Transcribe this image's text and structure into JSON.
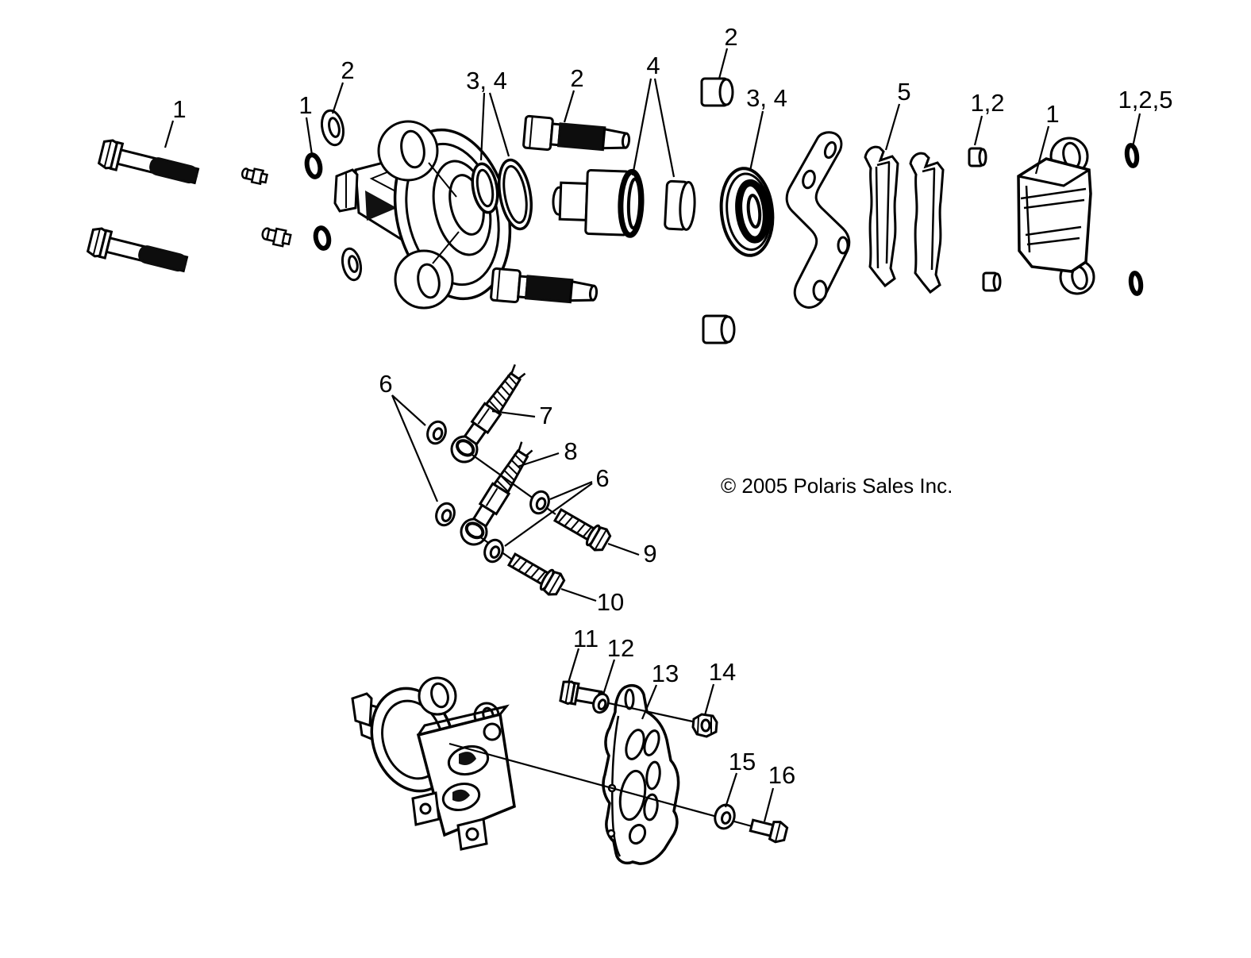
{
  "diagram": {
    "background": "#ffffff",
    "ink": "#000000",
    "copyright": "© 2005 Polaris Sales Inc.",
    "callouts": [
      {
        "text": "1",
        "target": "mounting-bolts"
      },
      {
        "text": "1",
        "target": "o-ring-small"
      },
      {
        "text": "2",
        "target": "washer"
      },
      {
        "text": "3, 4",
        "target": "piston-seals"
      },
      {
        "text": "2",
        "target": "caliper-pin-screw"
      },
      {
        "text": "4",
        "target": "piston-and-cap"
      },
      {
        "text": "2",
        "target": "pin-bushing"
      },
      {
        "text": "3, 4",
        "target": "piston-seal-large"
      },
      {
        "text": "5",
        "target": "brake-pads"
      },
      {
        "text": "1,2",
        "target": "bushing"
      },
      {
        "text": "1",
        "target": "caliper-body"
      },
      {
        "text": "1,2,5",
        "target": "o-rings"
      },
      {
        "text": "6",
        "target": "sealing-washers-left"
      },
      {
        "text": "7",
        "target": "brake-hose-upper"
      },
      {
        "text": "8",
        "target": "brake-hose-lower"
      },
      {
        "text": "6",
        "target": "sealing-washers-right"
      },
      {
        "text": "9",
        "target": "banjo-bolt-upper"
      },
      {
        "text": "10",
        "target": "banjo-bolt-lower"
      },
      {
        "text": "11",
        "target": "disc-bolt"
      },
      {
        "text": "12",
        "target": "disc-washer"
      },
      {
        "text": "13",
        "target": "brake-disc"
      },
      {
        "text": "14",
        "target": "disc-nut"
      },
      {
        "text": "15",
        "target": "disc-washer-2"
      },
      {
        "text": "16",
        "target": "disc-bolt-2"
      }
    ]
  }
}
